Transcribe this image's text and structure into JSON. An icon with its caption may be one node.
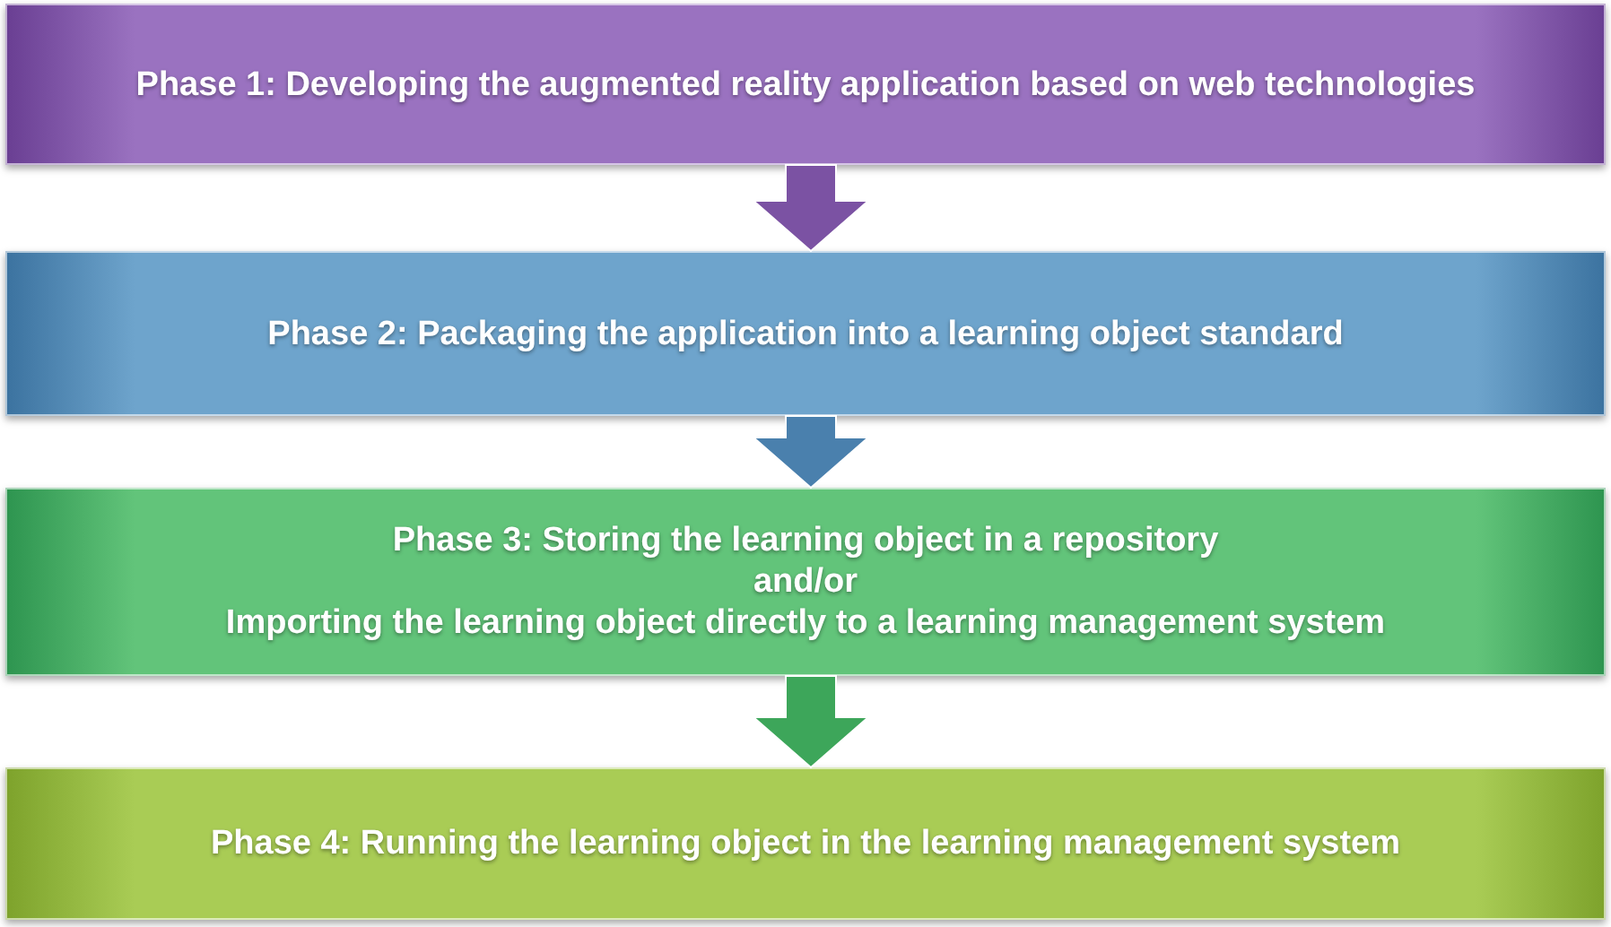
{
  "diagram": {
    "nodes": [
      {
        "text": [
          "Phase 1: Developing the augmented reality application based on web technologies"
        ]
      },
      {
        "text": [
          "Phase 2: Packaging the application into a learning object standard"
        ]
      },
      {
        "text": [
          "Phase 3: Storing the learning object in a repository",
          "and/or",
          "Importing the learning object directly to a learning management system"
        ]
      },
      {
        "text": [
          "Phase 4: Running the learning object in the learning management system"
        ]
      }
    ],
    "edges": [
      {
        "from": 0,
        "to": 1,
        "arrow": "to",
        "color": "#7b52a3"
      },
      {
        "from": 1,
        "to": 2,
        "arrow": "to",
        "color": "#4a80ad"
      },
      {
        "from": 2,
        "to": 3,
        "arrow": "to",
        "color": "#3da65a"
      }
    ]
  }
}
